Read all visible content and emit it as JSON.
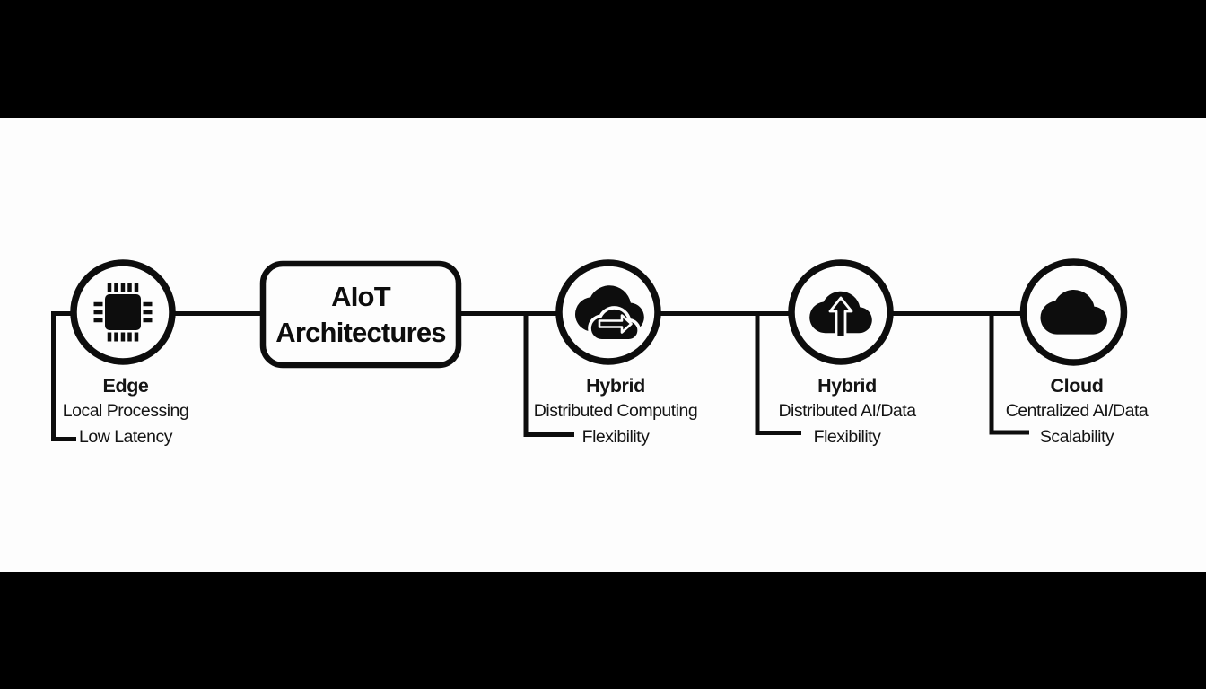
{
  "diagram": {
    "title": "AIoT Architectures",
    "background_color": "#fdfdfd",
    "letterbox_color": "#000000",
    "line_color": "#0d0d0d",
    "center_node": {
      "line1": "AIoT",
      "line2": "Architectures"
    },
    "nodes": [
      {
        "id": "edge",
        "icon": "chip-icon",
        "title": "Edge",
        "line1": "Local Processing",
        "line2": "Low Latency"
      },
      {
        "id": "hybrid-1",
        "icon": "cloud-transfer-icon",
        "title": "Hybrid",
        "line1": "Distributed Computing",
        "line2": "Flexibility"
      },
      {
        "id": "hybrid-2",
        "icon": "cloud-upload-icon",
        "title": "Hybrid",
        "line1": "Distributed AI/Data",
        "line2": "Flexibility"
      },
      {
        "id": "cloud",
        "icon": "cloud-icon",
        "title": "Cloud",
        "line1": "Centralized AI/Data",
        "line2": "Scalability"
      }
    ]
  }
}
